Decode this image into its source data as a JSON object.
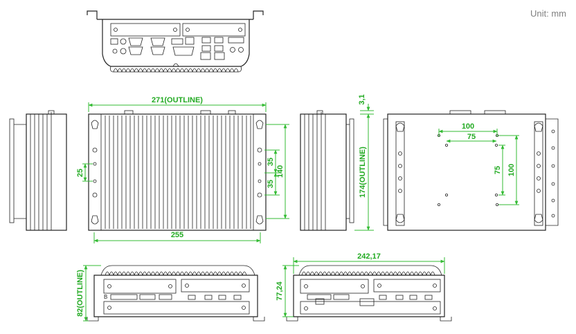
{
  "unit_label": "Unit: mm",
  "dimensions": {
    "outline_width": "271(OUTLINE)",
    "bottom_width": "255",
    "left_spacing": "25",
    "right_spacing_a": "35",
    "right_spacing_b": "35",
    "right_height": "140",
    "thickness": "3,1",
    "outline_height": "174(OUTLINE)",
    "vesa_outer_w": "100",
    "vesa_inner_w": "75",
    "vesa_inner_h": "75",
    "vesa_outer_h": "100",
    "outline_depth": "82(OUTLINE)",
    "rear_height": "77,24",
    "rear_width": "242,17"
  },
  "colors": {
    "dimension": "#22aa22",
    "outline": "#222222",
    "unit_text": "#808080"
  }
}
